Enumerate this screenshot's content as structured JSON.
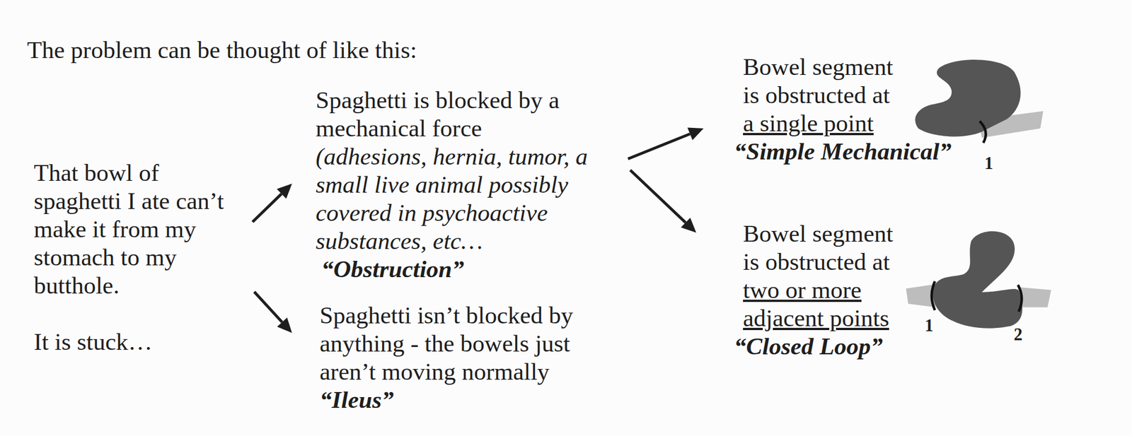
{
  "diagram": {
    "title": "The problem can be thought of like this:",
    "nodes": [
      {
        "text": [
          "That bowl of spaghetti I ate can’t make it from my stomach to my butthole.",
          "It is stuck…"
        ]
      },
      {
        "text": [
          "Spaghetti is blocked by a mechanical force",
          "(adhesions, hernia, tumor, a small live animal possibly covered in psychoactive substances, etc…",
          "“Obstruction”"
        ]
      },
      {
        "text": [
          "Spaghetti isn’t blocked by anything - the bowels just aren’t moving normally",
          "“Ileus”"
        ]
      },
      {
        "text": [
          "Bowel segment is obstructed at",
          "a single point",
          "“Simple Mechanical”"
        ]
      },
      {
        "text": [
          "Bowel segment is obstructed at",
          "two or more adjacent points",
          "“Closed Loop”"
        ]
      }
    ],
    "edges": [
      {
        "from": 0,
        "to": 1,
        "arrow": "to"
      },
      {
        "from": 0,
        "to": 2,
        "arrow": "to"
      },
      {
        "from": 1,
        "to": 3,
        "arrow": "to"
      },
      {
        "from": 1,
        "to": 4,
        "arrow": "to"
      }
    ],
    "labels": [
      "1",
      "1",
      "2"
    ]
  }
}
